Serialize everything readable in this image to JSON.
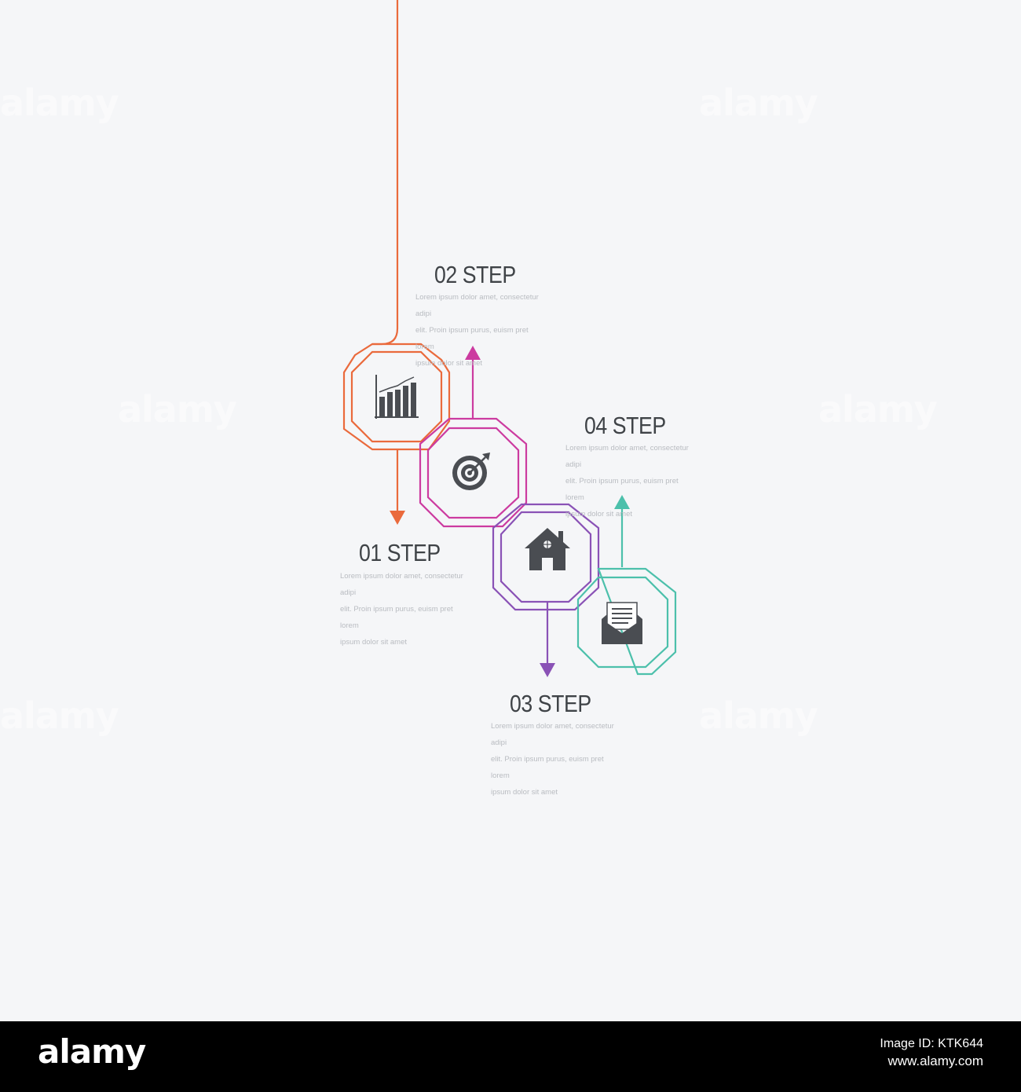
{
  "steps": [
    {
      "title": "01 STEP",
      "desc": "Lorem ipsum dolor amet, consectetur adipi\nelit. Proin ipsum purus, euism pret lorem\nipsum dolor sit amet",
      "icon": "bar-chart-icon",
      "color": "#ea6a3c"
    },
    {
      "title": "02 STEP",
      "desc": "Lorem ipsum dolor amet, consectetur adipi\nelit. Proin ipsum purus, euism pret lorem\nipsum dolor sit amet",
      "icon": "target-icon",
      "color": "#cc3ba0"
    },
    {
      "title": "03 STEP",
      "desc": "Lorem ipsum dolor amet, consectetur adipi\nelit. Proin ipsum purus, euism pret lorem\nipsum dolor sit amet",
      "icon": "house-icon",
      "color": "#8a52b6"
    },
    {
      "title": "04 STEP",
      "desc": "Lorem ipsum dolor amet, consectetur adipi\nelit. Proin ipsum purus, euism pret lorem\nipsum dolor sit amet",
      "icon": "envelope-icon",
      "color": "#4cc0ab"
    }
  ],
  "icon_color": "#4a4d52",
  "watermark": "alamy",
  "footer": {
    "logo": "alamy",
    "image_id": "Image ID: KTK644",
    "site": "www.alamy.com"
  }
}
